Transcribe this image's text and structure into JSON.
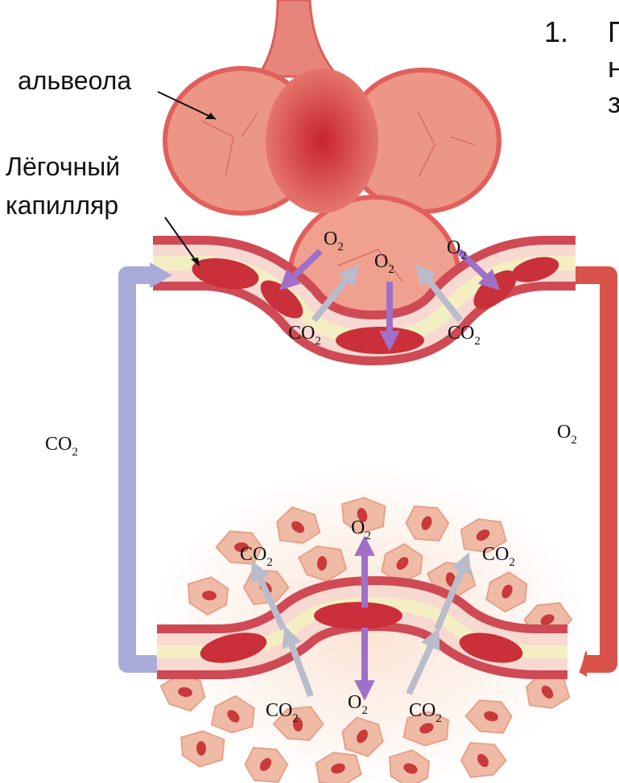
{
  "heading": {
    "number": "1.",
    "line1": "П",
    "line2": "н",
    "line3": "з"
  },
  "labels": {
    "alveola": "альвеола",
    "capillary_line1": "Лёгочный",
    "capillary_line2": "капилляр"
  },
  "gas": {
    "o2": {
      "main": "O",
      "sub": "2"
    },
    "co2": {
      "main": "CO",
      "sub": "2"
    }
  },
  "colors": {
    "deoxygenated_pathway": "#a9acd8",
    "oxygenated_pathway": "#d9534a",
    "o2_arrow": "#a070c8",
    "co2_arrow": "#b9bccc",
    "alveolus_fill": "#eb9282",
    "vessel_wall": "#cf4a55",
    "red_cell": "#c9303a",
    "tissue_cell": "#f0bba6",
    "tissue_nucleus": "#c93a3a"
  }
}
